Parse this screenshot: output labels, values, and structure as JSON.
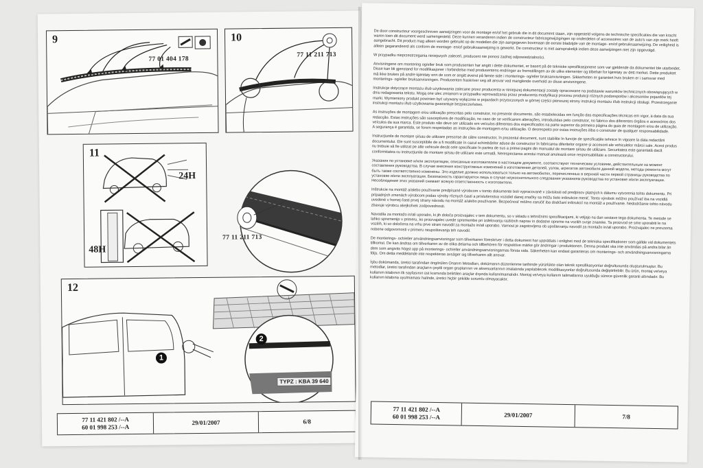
{
  "left_page": {
    "panels": [
      {
        "number": "9",
        "part_code": "77 01 404 178"
      },
      {
        "number": "10",
        "part_code": "77 11 211 713"
      },
      {
        "number": "11",
        "hours_top": "24H",
        "hours_bottom": "48H"
      },
      {
        "number": "",
        "part_code": "77 11 211 713"
      },
      {
        "number": "12",
        "callout_1": "1",
        "callout_2": "2",
        "label": "TYPZ : KBA 39 640"
      }
    ],
    "footer": {
      "ref_line1": "77 11 421 802 /--A",
      "ref_line2": "60 01 998 253 /--A",
      "date": "29/01/2007",
      "page": "6/8"
    }
  },
  "right_page": {
    "paragraphs": [
      "De door constructeur voorgeschreven aanwijzingen voor de montage en/of het gebruik die in dit document staan, zijn opgesteld volgens de technische specificaties die van kracht waren toen dit document werd samengesteld. Deze kunnen veranderen indien de constructeur fabricagewijzigingen op onderdelen of accessoires van de auto's van zijn merk heeft aangebracht. Dit product mag alleen worden gebruikt op de modellen die zijn aangegeven bovenaan de eerste bladzijde van de montage- en/of gebruiksaanwijzing. De veiligheid is alleen gegarandeerd als conform de montage- en/of gebruiksaanwijzing is gewerkt. De constructeur is niet aansprakelijk indien deze aanwijzingen niet zijn opgevolgd.",
      "W przypadku nieprzestrzegania niniejszych zaleceń, producent nie ponosi żadnej odpowiedzialności.",
      "Anvisningene om montering og/eller bruk som produsenten har angitt i dette dokumentet, er basert på de tekniske spesifikasjonene som var gjeldende da dokumentet ble utarbeidet. Disse kan bli gjenstand for modifikasjoner i forbindelse med produsentens endringer av fremstillingen av de ulike elementer og tilbehør for kjøretøy av dett merket. Dette produktet må ikke brukes på andre kjøretøy enn de som er angitt øverst på første side i monterings- og/eller bruksanvisningen. Sikkerheten er garantert hvis bruken er i samsvar med monterings- og/eller bruksanvisningen. Produsenten fraskriver seg alt ansvar ved manglende overhold av disse anvisningene.",
      "Instrukcje dotyczące montażu i/lub użytkowania zalecane przez producenta w niniejszej dokumentacji zostały opracowane na podstawie warunków technicznych obowiązujących w dniu redagowania tekstu. Mogą one ulec zmianom w przypadku wprowadzania przez producenta modyfikacji procesu produkcji różnych podzespołów i akcesoriów pojazdów tej marki. Wymieniony produkt powinien być używany wyłącznie w pojazdach przytoczonych w górnej części pierwszej strony instrukcji montażu i/lub instrukcji obsługi. Przestrzeganie instrukcji montażu i/lub użytkowania gwarantuje bezpieczeństwo.",
      "As instruções de montagem e/ou utilização prescritas pelo construtor, no presente documento, são estabelecidas em função das especificações técnicas em vigor, à data da sua redacção. Estas instruções são susceptíveis de modificação, no caso de se verificarem alterações, introduzidas pelo construtor, no fabrico dos diferentes órgãos e acessórios dos veículos da sua marca. Este produto não deve ser utilizado em veículos diferentes dos especificados na parte superior da primeira página do guia de montagem e/ou de utilização. A segurança é garantida, se forem respeitadas as instruções de montagem e/ou utilização. O desrespeito por estas instruções iliba o construtor de qualquer responsabilidade.",
      "Instrucțiunile de montare și/sau de utilizare prescrise de către constructor, în prezentul document, sunt stabilite în funcție de specificațiile tehnice în vigoare la data redactării documentului. Ele sunt susceptibile de a fi modificate în cazul schimbărilor aduse de constructor în fabricarea diferitelor organe și accesorii ale vehiculelor mărcii sale. Acest produs nu trebuie să fie utilizat pe alte vehicule decât cele specificate în partea de sus a primei pagini din manualul de montare și/sau de utilizare. Securitatea este garantată dacă conformitatea cu instrucțiunile de montare și/sau de utilizare este urmată. Nerespectarea acestui manual anulează orice responsabilitate a constructorului.",
      "Указания по установке и/или эксплуатации, описанные изготовителем в настоящем документе, соответствуют техническим условиям, действительным на момент составления руководства. В случае внесения конструктивных изменений в изготовление деталей, узлов, агрегатов автомобиля данной модели, методы ремонта могут быть также соответственно изменены. Это изделие должно использоваться только на автомобилях, перечисленных в верхней части первой страницы руководства по установке и/или эксплуатации. Безопасность гарантируется лишь в случае неукоснительного следования указаниям руководства по установке и/или эксплуатации. Несоблюдение этих указаний снимает всякую ответственность с изготовителя.",
      "Inštrukcie na montáž a/alebo používanie predpísané výrobcom v tomto dokumente boli vypracované v závislosti od predpisov platných k dátumu vytvorenia tohto dokumentu. Pri prípadných zmenách výrobcom podas výroby rôznych častí a príslušenstva vozidiel danej značky sa môžu tieto inštrukcie meniť. Tento výrobok môžno používať iba na vozidlá uvedené v hornej časti prvej strany návodu na montáž a/alebo používanie. Bezpečnosť môžno zaručiť iba dodržaní inštrukcií na montáž a používanie. Nedodržanie tohto návodu zbavuje výrobcu akejkoľvek zodpovednosti.",
      "Navodila za montažo in/ali uporabo, ki jih določa proizvajalec v tem dokumentu, so v skladu s tehničnimi specifikacijami, ki veljajo na dan sestave tega dokumenta. Te metode se lahko spremenijo v primeru, ko proizvajalec uvede spremembe pri izdelovanju različnih naprav in dodatne opreme na vozilih svoje znamke. Ta proizvod se sme uporabiti le na vozilih, ki so določena na vrhu prve strani navodil za montažo in/ali uporabo. Varnost je zagotovljena ob upoštevanju navodil za montažo in/ali uporabo. Proizvajalec ne prevzema nobene odgovornosti v primeru neupoštevanja teh navodil.",
      "De monterings- och/eller användningsanvisningar som tillverkaren föreskriver i detta dokument har upprättats i enlighet med de tekniska specifikationer som gällde vid dokumentets tillkomst. De kan ändras om tillverkaren av de olika delarna och tillbehören för respektive märke gör ändringar i produktionen. Denna produkt ska inte användas på andra bilar än dem som angivits högst upp på monterings- och/eller användningsanvisningarnas första sida. Säkerheten kan endast garanteras om monterings- och användningsanvisningarna följs. Om detta meddelande inte respekteras avsäger sig tillverkaren allt ansvar.",
      "İşbu dokümanda, üretici tarafından öngörülen Onarım Metodları, dokümanın düzenlenme tarihinde yürürlükte olan teknik spesifikasyonlar doğrultusunda oluşturulmuştur. Bu metodlar, üretici tarafından araçların çeşitli organ gruplarının ve aksesuarlarının imalatında yapılabilecek modifikasyonlar doğrultusunda değiştirilebilir. Bu ürün, montaj ve/veya kullanım kitabının ilk sayfasının üst kısmında belirtilen araçlar dışında kullanılmamalıdır. Montaj ve/veya kullanım talimatlarına uyulduğu sürece güvenlik garanti altındadır. Bu kullanım kitabına uyulmaması halinde, üretici hiçbir şekilde sorumlu olmayacaktır."
    ],
    "footer": {
      "ref_line1": "77 11 421 802 /--A",
      "ref_line2": "60 01 998 253 /--A",
      "date": "29/01/2007",
      "page": "7/8"
    }
  }
}
